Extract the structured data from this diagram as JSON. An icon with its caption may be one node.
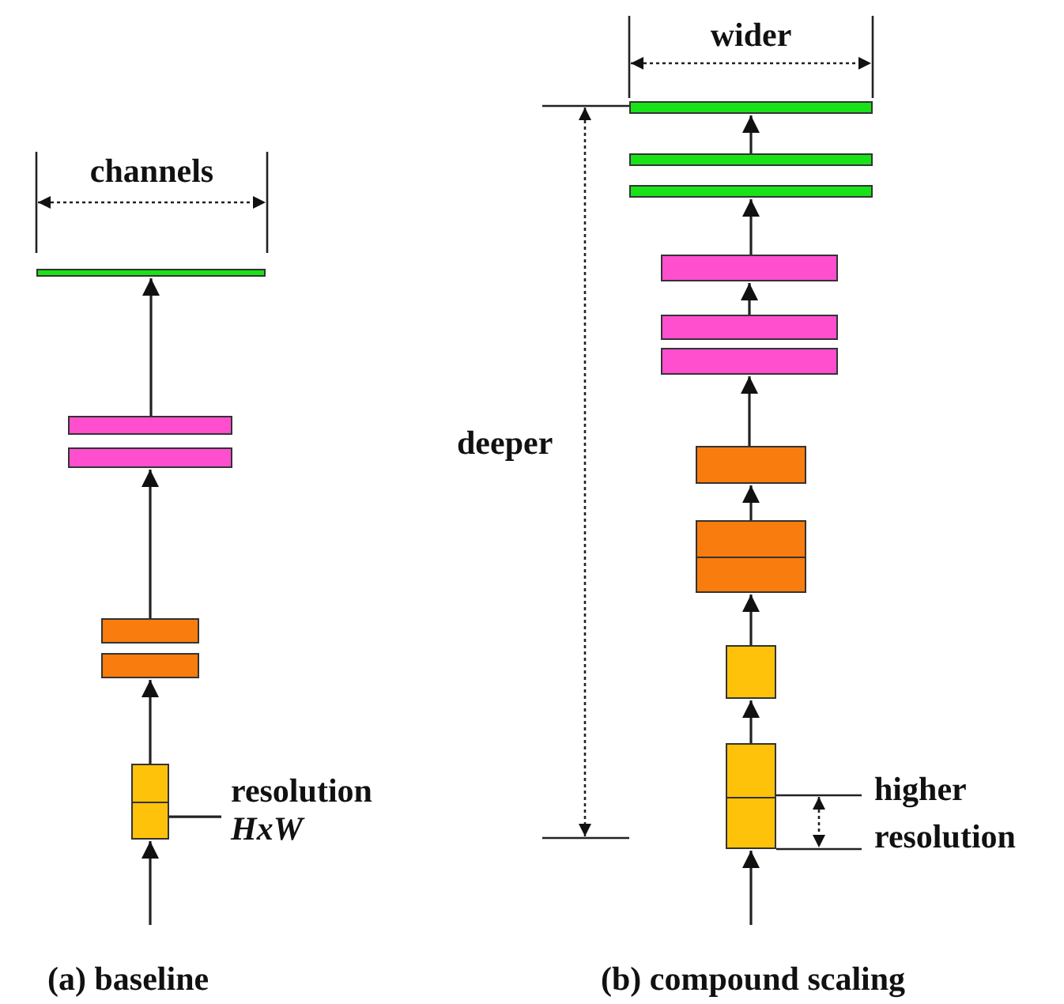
{
  "diagram": {
    "nodes": [
      {
        "text": [],
        "shape": "box"
      },
      {
        "text": [],
        "shape": "box"
      },
      {
        "text": [],
        "shape": "box"
      },
      {
        "text": [],
        "shape": "box"
      },
      {
        "text": [],
        "shape": "box"
      },
      {
        "text": [],
        "shape": "box"
      },
      {
        "text": [
          "resolution",
          "HxW"
        ]
      },
      {
        "text": [],
        "shape": "box"
      },
      {
        "text": [],
        "shape": "box"
      },
      {
        "text": [],
        "shape": "box"
      },
      {
        "text": [],
        "shape": "box"
      },
      {
        "text": [],
        "shape": "box"
      },
      {
        "text": [],
        "shape": "box"
      },
      {
        "text": [],
        "shape": "box"
      },
      {
        "text": [],
        "shape": "box"
      },
      {
        "text": [],
        "shape": "box"
      },
      {
        "text": [],
        "shape": "box"
      }
    ],
    "edges": [
      {
        "from": null,
        "to": 5,
        "arrow": "to"
      },
      {
        "from": 5,
        "to": 4,
        "arrow": "to"
      },
      {
        "from": 3,
        "to": 2,
        "arrow": "to"
      },
      {
        "from": 1,
        "to": 0,
        "arrow": "to"
      },
      {
        "from": 6,
        "to": 5,
        "arrow": "none"
      },
      {
        "from": null,
        "to": 16,
        "arrow": "to"
      },
      {
        "from": 16,
        "to": 15,
        "arrow": "to"
      },
      {
        "from": 15,
        "to": 14,
        "arrow": "to"
      },
      {
        "from": 14,
        "to": 13,
        "arrow": "to"
      },
      {
        "from": 13,
        "to": 12,
        "arrow": "to"
      },
      {
        "from": 11,
        "to": 10,
        "arrow": "to"
      },
      {
        "from": 10,
        "to": 9,
        "arrow": "to"
      },
      {
        "from": 8,
        "to": 7,
        "arrow": "to"
      }
    ],
    "labels": [
      "wider",
      "channels",
      "deeper",
      "higher resolution",
      "(a) baseline",
      "(b) compound scaling"
    ]
  }
}
